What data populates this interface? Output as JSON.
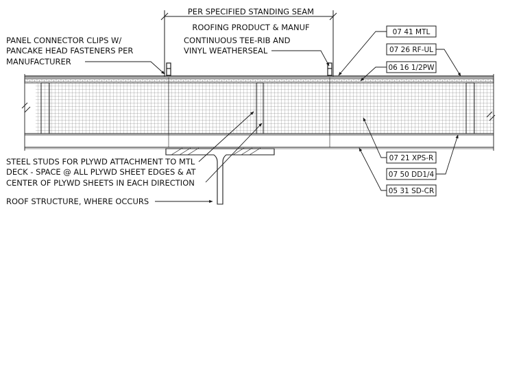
{
  "dimension_note": {
    "line1": "PER SPECIFIED STANDING SEAM",
    "line2": "ROOFING PRODUCT & MANUF"
  },
  "notes": {
    "panel_clips": [
      "PANEL CONNECTOR CLIPS W/",
      "PANCAKE HEAD FASTENERS PER",
      "MANUFACTURER"
    ],
    "tee_rib": [
      "CONTINUOUS TEE-RIB AND",
      "VINYL WEATHERSEAL"
    ],
    "steel_studs": [
      "STEEL STUDS FOR PLYWD ATTACHMENT TO MTL",
      "DECK - SPACE @ ALL PLYWD SHEET EDGES & AT",
      "CENTER OF PLYWD SHEETS IN EACH DIRECTION"
    ],
    "roof_structure": "ROOF STRUCTURE, WHERE OCCURS"
  },
  "tags": {
    "metal_roofing": "07 41 MTL",
    "underlayment": "07 26 RF-UL",
    "plywood": "06 16 1/2PW",
    "xps_insulation": "07 21 XPS-R",
    "dampproofing": "07 50 DD1/4",
    "steel_deck": "05 31 SD-CR"
  },
  "colors": {
    "line": "#1a1a1a",
    "hatch": "#3a3a3a",
    "background": "#ffffff"
  }
}
